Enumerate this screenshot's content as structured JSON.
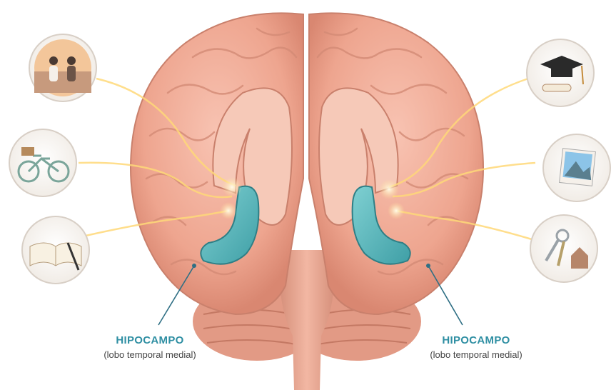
{
  "labels": {
    "left": {
      "title": "HIPOCAMPO",
      "subtitle": "(lobo temporal medial)"
    },
    "right": {
      "title": "HIPOCAMPO",
      "subtitle": "(lobo temporal medial)"
    }
  },
  "memory_icons": {
    "left": [
      "couple-sunset-icon",
      "bicycle-icon",
      "book-pen-icon"
    ],
    "right": [
      "graduation-cap-diploma-icon",
      "landscape-photo-icon",
      "house-keys-icon"
    ]
  },
  "colors": {
    "brain": "#f0a995",
    "brain_shadow": "#c97a68",
    "hippocampus": "#5cb8bd",
    "glow": "#ffe7a6",
    "label": "#2f8fa3"
  }
}
